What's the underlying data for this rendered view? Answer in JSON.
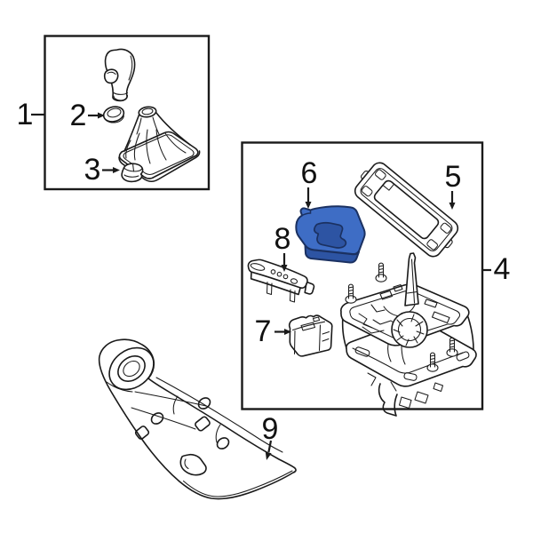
{
  "diagram": {
    "type": "exploded-parts-diagram",
    "part_labels": [
      "1",
      "2",
      "3",
      "4",
      "5",
      "6",
      "7",
      "8",
      "9"
    ],
    "highlighted_part": "6"
  },
  "colors": {
    "bg": "#ffffff",
    "ink": "#1a1a1a",
    "label": "#111111",
    "hl-fill": "#3e6dc5",
    "hl-shade": "#2d54a3",
    "hl-outline": "#1b3161"
  }
}
